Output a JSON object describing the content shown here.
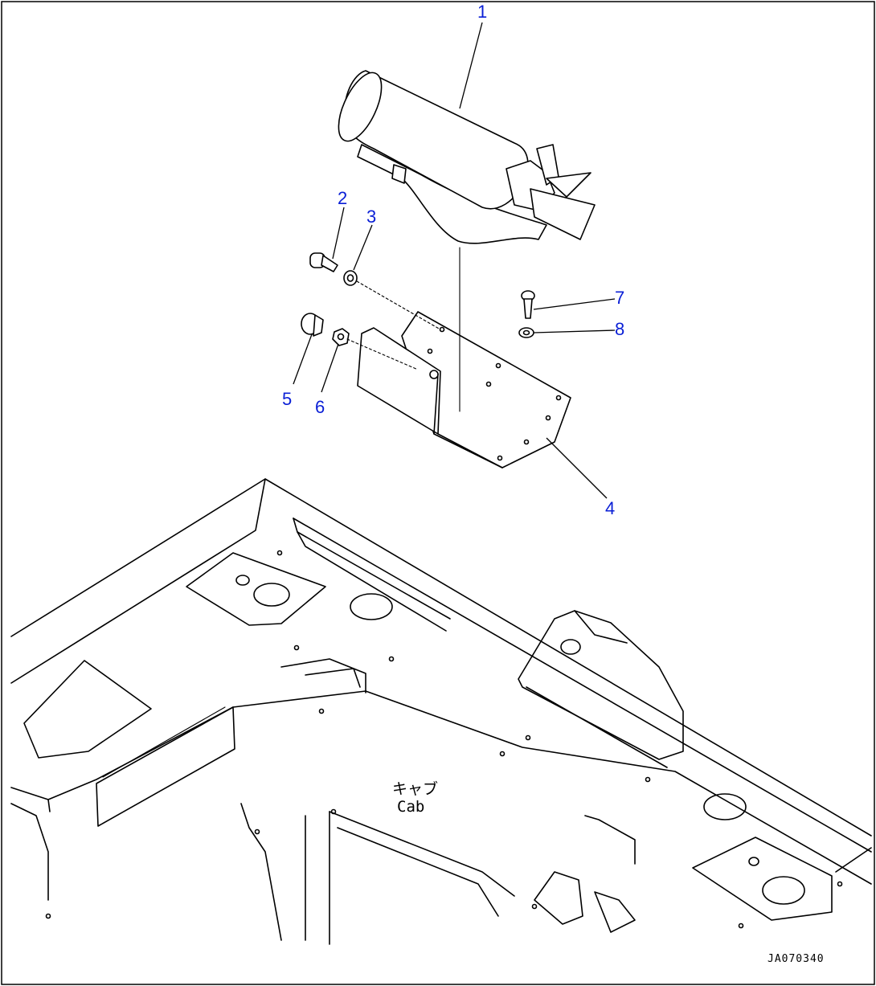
{
  "callouts": [
    {
      "id": "1",
      "label": "1"
    },
    {
      "id": "2",
      "label": "2"
    },
    {
      "id": "3",
      "label": "3"
    },
    {
      "id": "4",
      "label": "4"
    },
    {
      "id": "5",
      "label": "5"
    },
    {
      "id": "6",
      "label": "6"
    },
    {
      "id": "7",
      "label": "7"
    },
    {
      "id": "8",
      "label": "8"
    }
  ],
  "cab_label_jp": "キャブ",
  "cab_label_en": "Cab",
  "figure_ref": "JA070340",
  "colors": {
    "callout": "#0a1fd6",
    "line": "#000000",
    "background": "#ffffff"
  }
}
